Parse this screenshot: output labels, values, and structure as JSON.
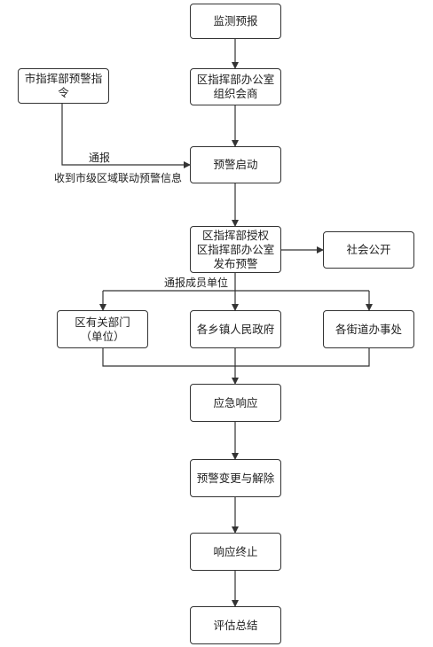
{
  "nodes": {
    "monitor": "监测预报",
    "district_office_meeting": "区指挥部办公室\n组织会商",
    "city_command": "市指挥部预警指\n令",
    "warning_start": "预警启动",
    "district_publish": "区指挥部授权\n区指挥部办公室\n发布预警",
    "public": "社会公开",
    "district_departments": "区有关部门\n（单位）",
    "town_governments": "各乡镇人民政府",
    "street_offices": "各街道办事处",
    "emergency_response": "应急响应",
    "warning_change": "预警变更与解除",
    "response_end": "响应终止",
    "evaluation": "评估总结"
  },
  "edge_labels": {
    "notify": "通报",
    "receive_city": "收到市级区域联动预警信息",
    "notify_members": "通报成员单位"
  }
}
